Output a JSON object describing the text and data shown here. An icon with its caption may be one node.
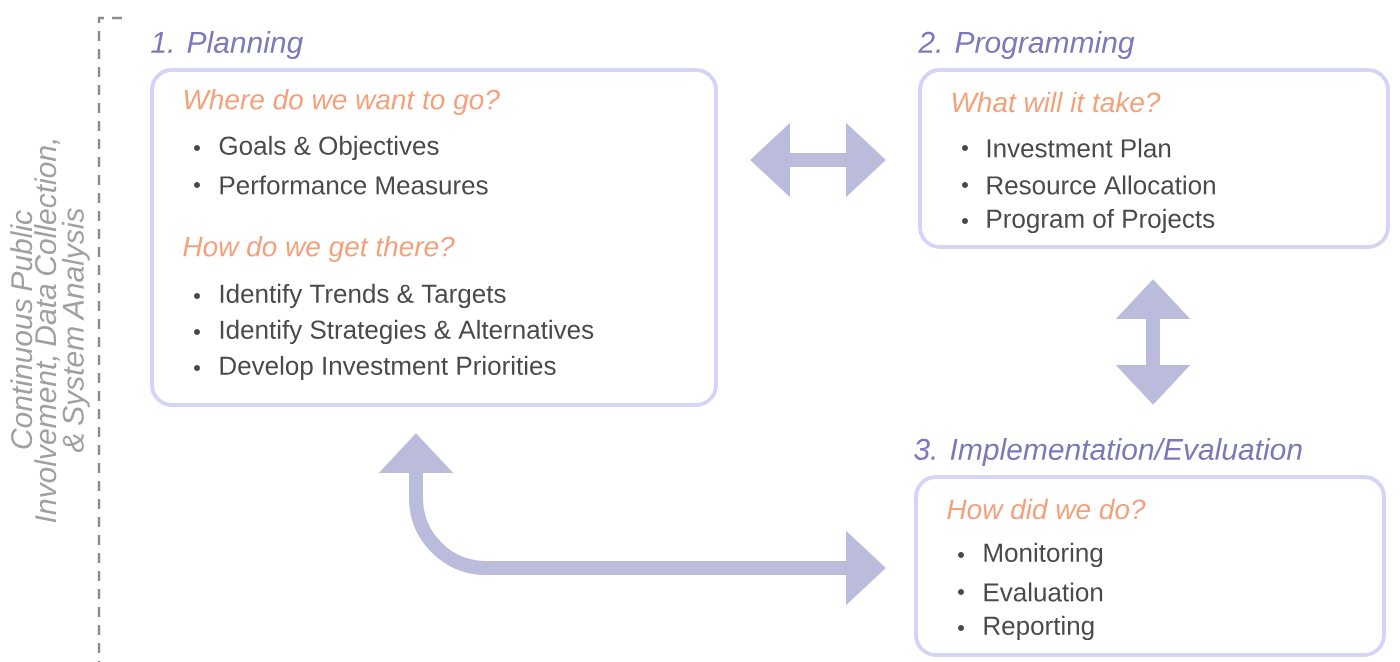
{
  "diagram": {
    "nodes": [
      {
        "text": [
          "1. Planning",
          "Where do we want to go?",
          "Goals & Objectives",
          "Performance Measures",
          "How do we get there?",
          "Identify Trends & Targets",
          "Identify Strategies & Alternatives",
          "Develop Investment Priorities"
        ]
      },
      {
        "text": [
          "2. Programming",
          "What will it take?",
          "Investment Plan",
          "Resource Allocation",
          "Program of Projects"
        ]
      },
      {
        "text": [
          "3. Implementation/Evaluation",
          "How did we do?",
          "Monitoring",
          "Evaluation",
          "Reporting"
        ]
      }
    ],
    "edges": [
      {
        "from": 0,
        "to": 1,
        "arrow": "both"
      },
      {
        "from": 1,
        "to": 2,
        "arrow": "both"
      },
      {
        "from": 0,
        "to": 2,
        "arrow": "both"
      }
    ],
    "labels": [
      "Continuous Public Involvement, Data Collection, & System Analysis"
    ]
  }
}
